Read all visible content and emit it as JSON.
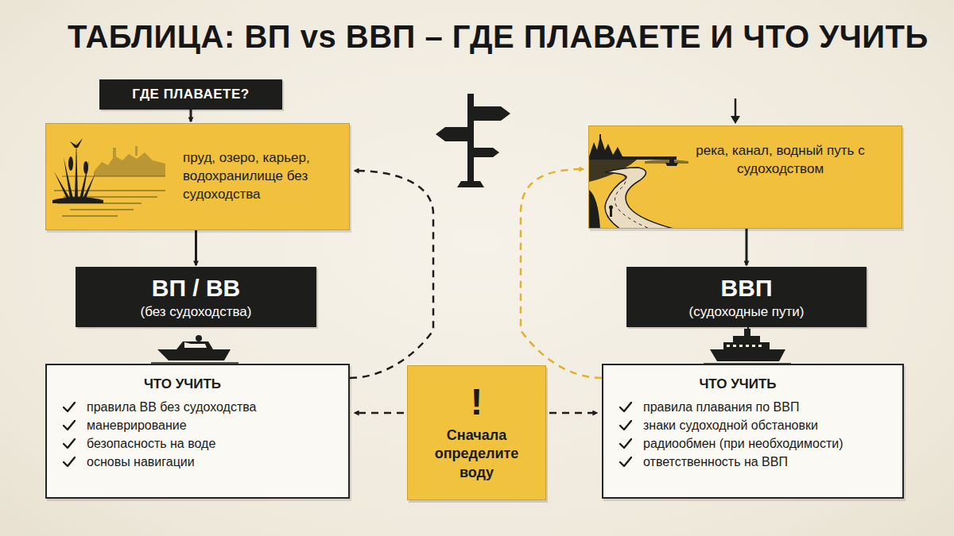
{
  "diagram": {
    "title": "ТАБЛИЦА: ВП vs ВВП – ГДЕ ПЛАВАЕТЕ И ЧТО УЧИТЬ",
    "nodes": [
      {
        "text": [
          "ГДЕ ПЛАВАЕТЕ?"
        ]
      },
      {
        "text": [
          "пруд, озеро, карьер, водохранилище без судоходства"
        ]
      },
      {
        "text": [
          "река, канал, водный путь с судоходством"
        ]
      },
      {
        "text": [
          "ВП / ВВ",
          "(без судоходства)"
        ]
      },
      {
        "text": [
          "ВВП",
          "(судоходные пути)"
        ]
      },
      {
        "text": [
          "ЧТО УЧИТЬ",
          "правила ВВ без судоходства",
          "маневрирование",
          "безопасность на воде",
          "основы навигации"
        ]
      },
      {
        "text": [
          "!",
          "Сначала определите воду"
        ]
      },
      {
        "text": [
          "ЧТО УЧИТЬ",
          "правила плавания по ВВП",
          "знаки судоходной обстановки",
          "радиообмен (при необходимости)",
          "ответственность на ВВП"
        ]
      }
    ],
    "edges": [
      {
        "from": 0,
        "to": 1,
        "arrow": "to"
      },
      {
        "from": 1,
        "to": 3,
        "arrow": "to"
      },
      {
        "from": 2,
        "to": 4,
        "arrow": "to"
      },
      {
        "from": 5,
        "to": 1,
        "arrow": "to"
      },
      {
        "from": 7,
        "to": 2,
        "arrow": "to"
      },
      {
        "from": 6,
        "to": 5,
        "arrow": "to"
      },
      {
        "from": 6,
        "to": 7,
        "arrow": "to"
      }
    ]
  }
}
